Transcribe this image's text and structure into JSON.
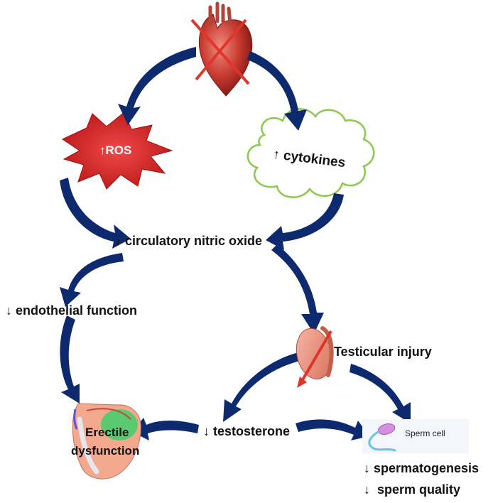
{
  "labels": {
    "ros": "↑ROS",
    "cytokines": "↑ cytokines",
    "nitric_oxide": "↓ circulatory nitric oxide",
    "endothelial": "↓ endothelial function",
    "testicular": "Testicular injury",
    "erectile": "Erectile",
    "dysfunction": "dysfunction",
    "testosterone": "↓ testosterone",
    "sperm_cell": "Sperm cell",
    "spermatogenesis": "↓ spermatogenesis",
    "sperm_quality": "↓  sperm quality"
  },
  "colors": {
    "arrow": "#0d2a6e",
    "ros_burst": "#d42020",
    "cloud_stroke": "#8cc84b",
    "heart": "#c23a32",
    "cross": "#e0352a"
  },
  "icons": [
    "heart-icon",
    "testis-icon",
    "penis-anatomy-icon",
    "sperm-cell-icon"
  ]
}
